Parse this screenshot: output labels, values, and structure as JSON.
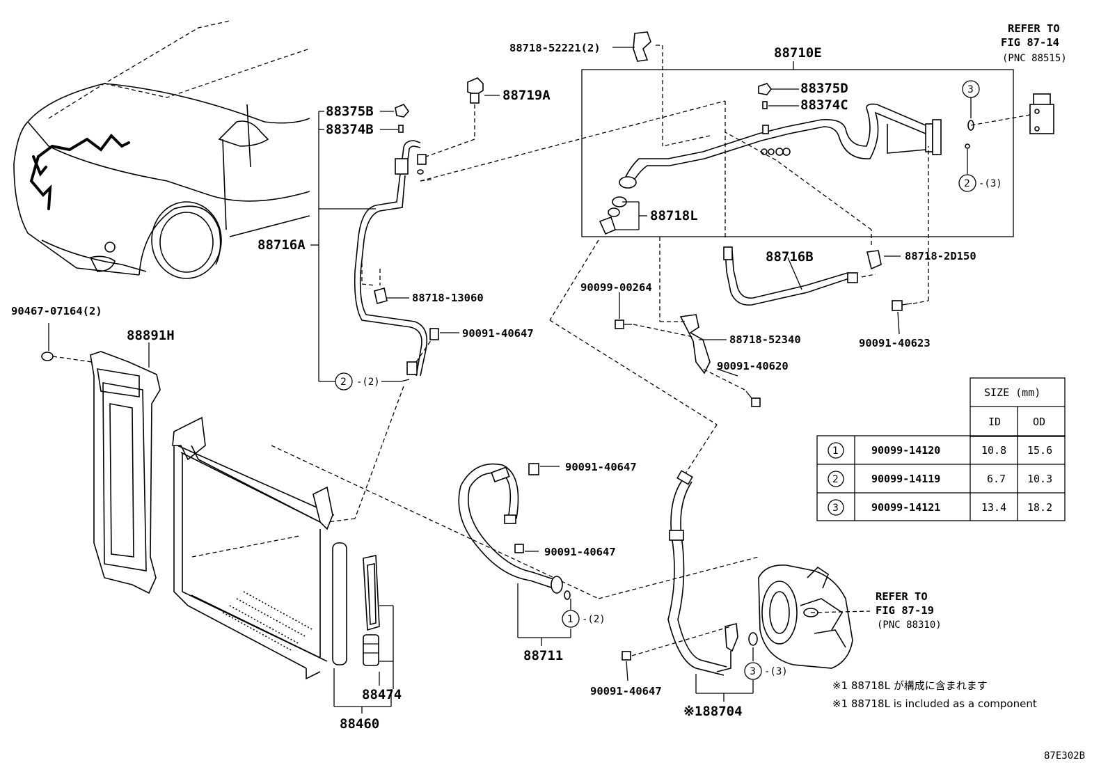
{
  "labels": {
    "refer_fig_87_14_line1": "REFER TO",
    "refer_fig_87_14_line2": "FIG 87-14",
    "refer_fig_87_14_line3": "(PNC 88515)",
    "p_88710E": "88710E",
    "p_88718_52221": "88718-52221(2)",
    "p_88719A": "88719A",
    "p_88375B": "88375B",
    "p_88374B": "88374B",
    "p_88375D": "88375D",
    "p_88374C": "88374C",
    "p_88718L": "88718L",
    "p_88716A": "88716A",
    "p_88716B": "88716B",
    "p_88718_2D150": "88718-2D150",
    "p_88718_13060": "88718-13060",
    "p_90099_00264": "90099-00264",
    "p_90091_40623": "90091-40623",
    "p_88718_52340": "88718-52340",
    "p_90091_40620": "90091-40620",
    "p_90467_07164": "90467-07164(2)",
    "p_88891H": "88891H",
    "p_90091_40647_a": "90091-40647",
    "p_90091_40647_b": "90091-40647",
    "p_90091_40647_c": "90091-40647",
    "p_90091_40647_d": "90091-40647",
    "p_88711": "88711",
    "p_88474": "88474",
    "p_88460": "88460",
    "p_88704": "※188704",
    "refer_fig_87_19_line1": "REFER TO",
    "refer_fig_87_19_line2": "FIG 87-19",
    "refer_fig_87_19_line3": "(PNC 88310)",
    "qty_2_2": "-(2)",
    "qty_2_3": "-(3)",
    "qty_1_2": "-(2)",
    "qty_3_3": "-(3)",
    "circle_1": "1",
    "circle_2": "2",
    "circle_3": "3",
    "note_jp": "※1 88718L が構成に含まれます",
    "note_en": "※1 88718L is included as a component",
    "figure_code": "87E302B"
  },
  "size_table": {
    "header_size": "SIZE (mm)",
    "header_id": "ID",
    "header_od": "OD",
    "rows": [
      {
        "mark": "1",
        "part": "90099-14120",
        "id": "10.8",
        "od": "15.6"
      },
      {
        "mark": "2",
        "part": "90099-14119",
        "id": "6.7",
        "od": "10.3"
      },
      {
        "mark": "3",
        "part": "90099-14121",
        "id": "13.4",
        "od": "18.2"
      }
    ]
  }
}
